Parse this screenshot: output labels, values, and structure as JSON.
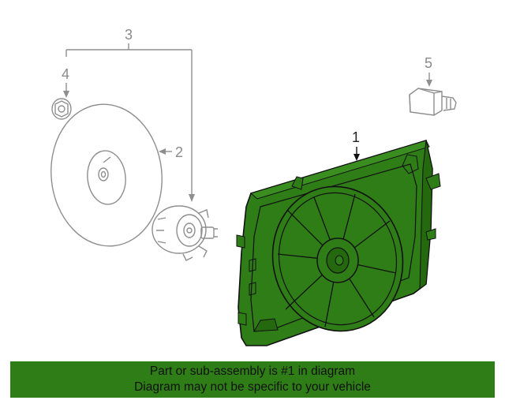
{
  "callouts": {
    "c1": "1",
    "c2": "2",
    "c3": "3",
    "c4": "4",
    "c5": "5"
  },
  "banner": {
    "line1": "Part or sub-assembly is #1 in diagram",
    "line2": "Diagram may not be specific to your vehicle"
  },
  "colors": {
    "highlight": "#2e7d17",
    "banner_bg": "#2e7d17",
    "outline_gray": "#8e8e8e",
    "outline_dark": "#111111"
  }
}
